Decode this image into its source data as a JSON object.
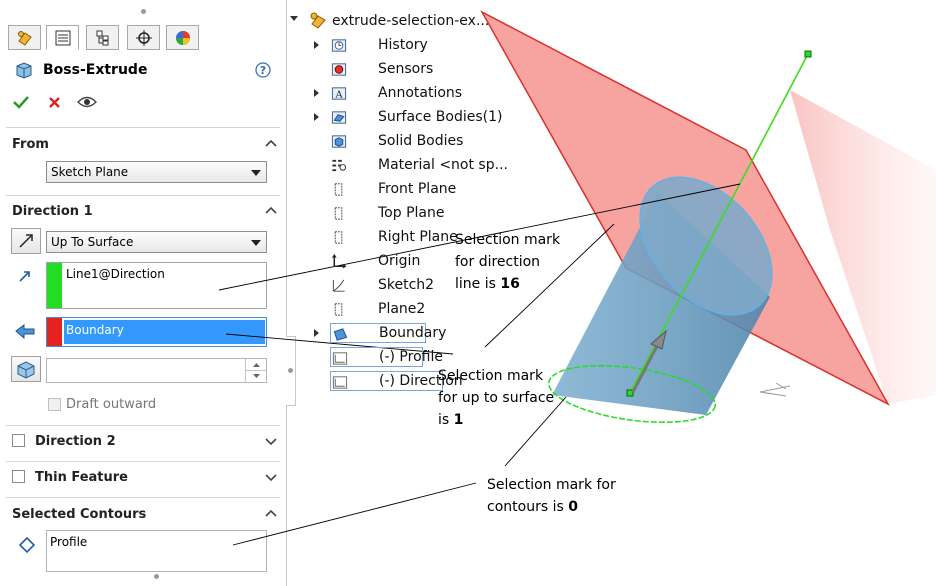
{
  "property_manager": {
    "title": "Boss-Extrude",
    "tabs": [
      "featuremanager-tab",
      "propertymanager-tab",
      "configurationmanager-tab",
      "dimxpert-tab",
      "display-manager-tab"
    ],
    "from": {
      "header": "From",
      "value": "Sketch Plane"
    },
    "direction1": {
      "header": "Direction 1",
      "end_condition": "Up To Surface",
      "direction_ref": "Line1@Direction",
      "face_ref": "Boundary",
      "offset_value": "",
      "draft_label": "Draft outward"
    },
    "direction2": {
      "header": "Direction 2"
    },
    "thin_feature": {
      "header": "Thin Feature"
    },
    "selected_contours": {
      "header": "Selected Contours",
      "value": "Profile"
    }
  },
  "tree": {
    "root": "extrude-selection-ex...",
    "items": [
      {
        "label": "History",
        "expand": true
      },
      {
        "label": "Sensors",
        "expand": false
      },
      {
        "label": "Annotations",
        "expand": true
      },
      {
        "label": "Surface Bodies(1)",
        "expand": true
      },
      {
        "label": "Solid Bodies",
        "expand": false
      },
      {
        "label": "Material <not sp...",
        "expand": false
      },
      {
        "label": "Front Plane",
        "expand": false
      },
      {
        "label": "Top Plane",
        "expand": false
      },
      {
        "label": "Right Plane",
        "expand": false
      },
      {
        "label": "Origin",
        "expand": false
      },
      {
        "label": "Sketch2",
        "expand": false
      },
      {
        "label": "Plane2",
        "expand": false
      },
      {
        "label": "Boundary",
        "expand": true
      },
      {
        "label": "(-) Profile",
        "expand": false
      },
      {
        "label": "(-) Direction",
        "expand": false
      }
    ]
  },
  "callouts": {
    "direction": {
      "l1": "Selection mark",
      "l2": "for direction",
      "l3": "line is ",
      "num": "16"
    },
    "surface": {
      "l1": "Selection mark",
      "l2": "for up to surface",
      "l3": "is ",
      "num": "1"
    },
    "contours": {
      "l1": "Selection mark for",
      "l2": "contours is ",
      "num": "0"
    }
  },
  "colors": {
    "plane_fill": "#f58a86",
    "plane_edge": "#d9302c",
    "cylinder": "#6f9fbd",
    "direction_line": "#3ddc1d",
    "selection_green": "#22dd22",
    "selection_red": "#e52222",
    "selection_blue": "#3a8ee6"
  }
}
